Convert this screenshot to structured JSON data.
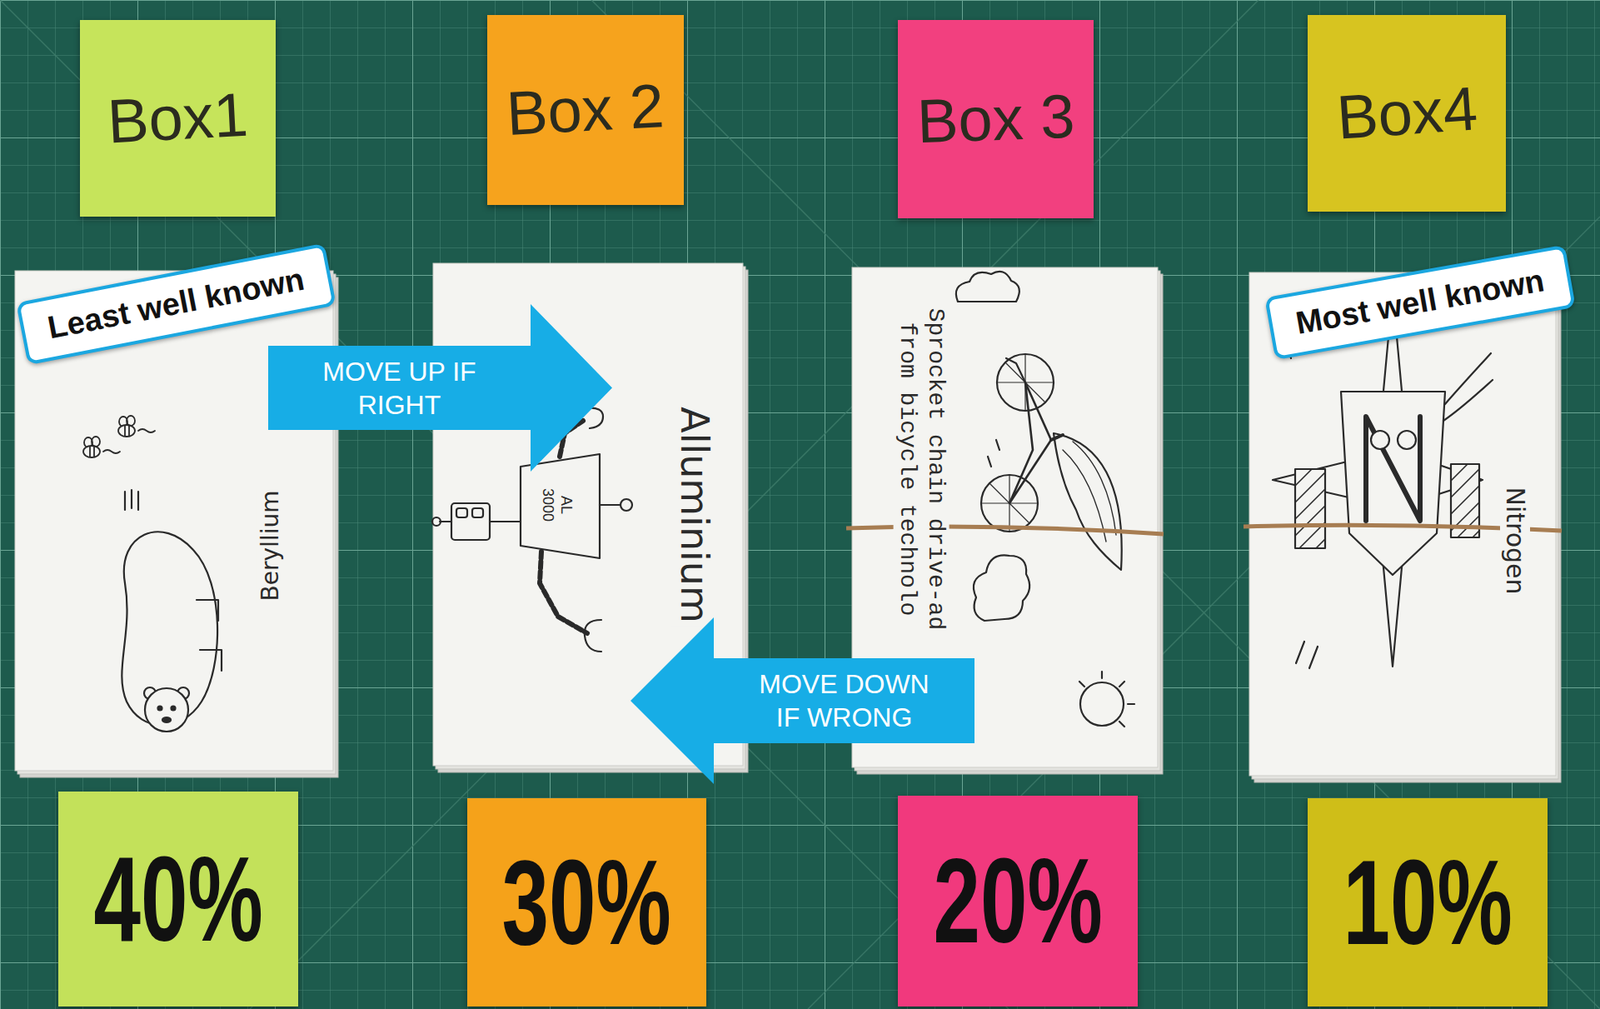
{
  "diagram": {
    "nodes": [
      {
        "text": [
          "Box1"
        ]
      },
      {
        "text": [
          "Box 2"
        ]
      },
      {
        "text": [
          "Box 3"
        ]
      },
      {
        "text": [
          "Box4"
        ]
      },
      {
        "text": [
          "Least well known"
        ]
      },
      {
        "text": [
          "Most well known"
        ]
      },
      {
        "text": [
          "Beryllium"
        ]
      },
      {
        "text": [
          "MOVE UP IF RIGHT"
        ]
      },
      {
        "text": [
          "AL 3000",
          "Alluminium"
        ]
      },
      {
        "text": [
          "Sprocket chain drive-ad from bicycle technolo"
        ]
      },
      {
        "text": [
          "MOVE DOWN IF WRONG"
        ]
      },
      {
        "text": [
          "Nitrogen"
        ]
      },
      {
        "text": [
          "40%"
        ]
      },
      {
        "text": [
          "30%"
        ]
      },
      {
        "text": [
          "20%"
        ]
      },
      {
        "text": [
          "10%"
        ]
      }
    ]
  }
}
